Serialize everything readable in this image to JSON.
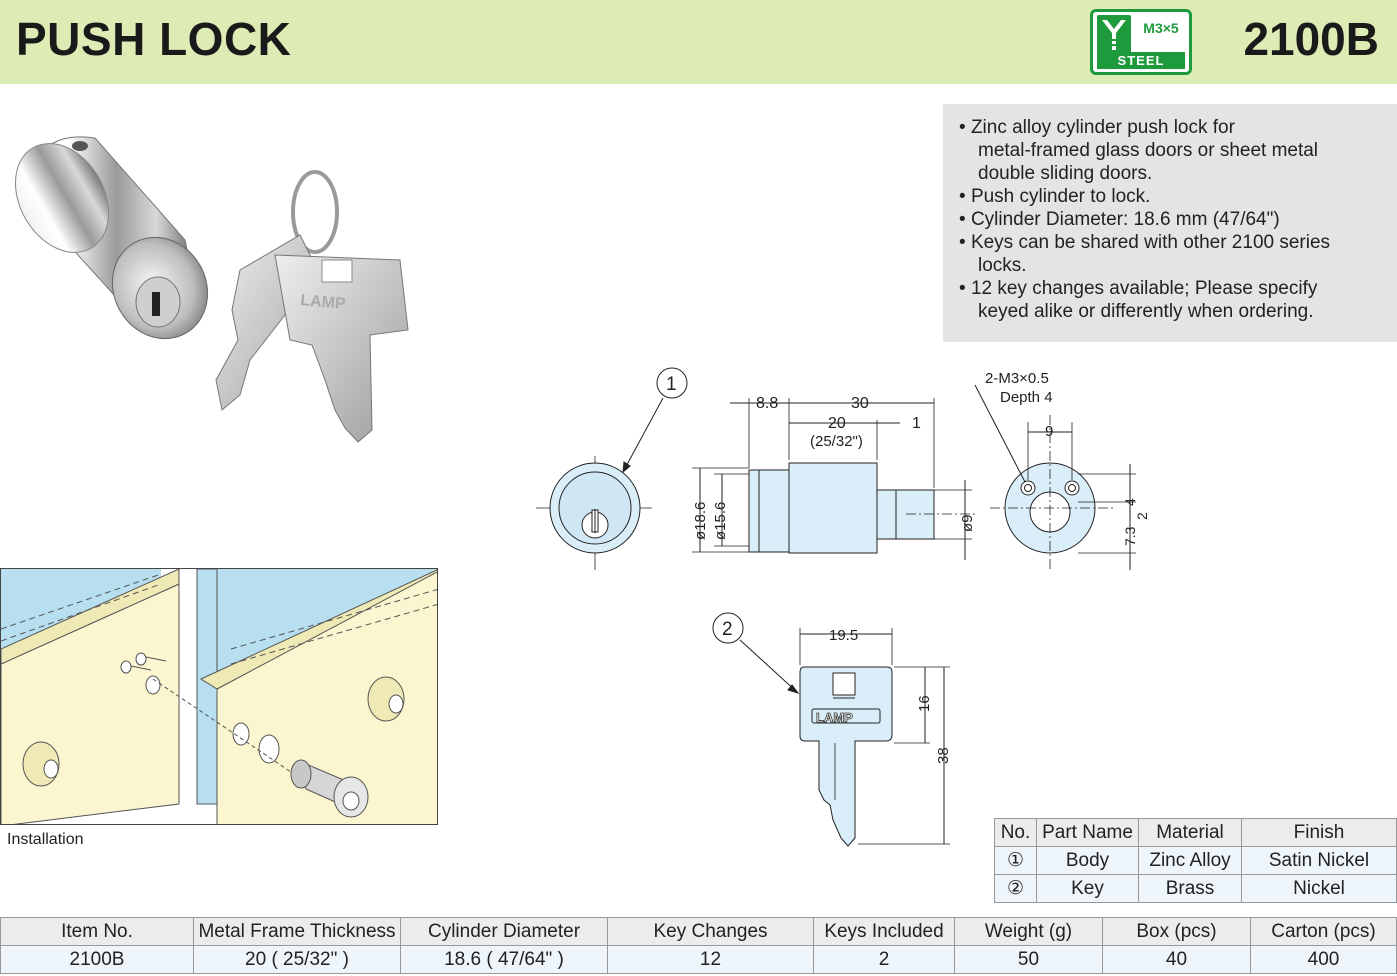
{
  "header": {
    "title": "PUSH LOCK",
    "model": "2100B",
    "badge": {
      "screw_spec": "M3×5",
      "material": "STEEL",
      "icon": "y-screw-icon",
      "color": "#1e9a3c"
    }
  },
  "colors": {
    "header_bg": "#dcecb4",
    "desc_bg": "#e4e4e4",
    "row_bg": "#eef6fb"
  },
  "features": [
    {
      "line": "Zinc alloy cylinder push lock for",
      "cont": [
        "metal-framed glass doors or sheet metal",
        "double sliding doors."
      ]
    },
    {
      "line": "Push cylinder to lock.",
      "cont": []
    },
    {
      "line": "Cylinder Diameter: 18.6 mm (47/64\")",
      "cont": []
    },
    {
      "line": "Keys can be shared with other 2100 series",
      "cont": [
        "locks."
      ]
    },
    {
      "line": "12 key changes available; Please specify",
      "cont": [
        "keyed alike or differently when ordering."
      ]
    }
  ],
  "installation": {
    "caption": "Installation"
  },
  "drawing": {
    "callout_1": "1",
    "callout_2": "2",
    "dim_8_8": "8.8",
    "dim_30": "30",
    "dim_20": "20",
    "dim_20_inch": "(25/32\")",
    "dim_1": "1",
    "dim_d18_6": "ø18.6",
    "dim_d15_6": "ø15.6",
    "dim_d9": "ø9",
    "thread": "2-M3×0.5",
    "depth": "Depth 4",
    "dim_9": "9",
    "dim_4": "4",
    "dim_2": "2",
    "dim_7_3": "7.3",
    "dim_19_5": "19.5",
    "dim_16": "16",
    "dim_38": "38",
    "key_brand": "LAMP"
  },
  "parts_table": {
    "headers": [
      "No.",
      "Part Name",
      "Material",
      "Finish"
    ],
    "rows": [
      [
        "①",
        "Body",
        "Zinc Alloy",
        "Satin Nickel"
      ],
      [
        "②",
        "Key",
        "Brass",
        "Nickel"
      ]
    ]
  },
  "spec_table": {
    "headers": [
      "Item No.",
      "Metal Frame Thickness",
      "Cylinder Diameter",
      "Key Changes",
      "Keys Included",
      "Weight (g)",
      "Box (pcs)",
      "Carton (pcs)"
    ],
    "rows": [
      [
        "2100B",
        "20 ( 25/32\" )",
        "18.6 ( 47/64\" )",
        "12",
        "2",
        "50",
        "40",
        "400"
      ]
    ]
  }
}
